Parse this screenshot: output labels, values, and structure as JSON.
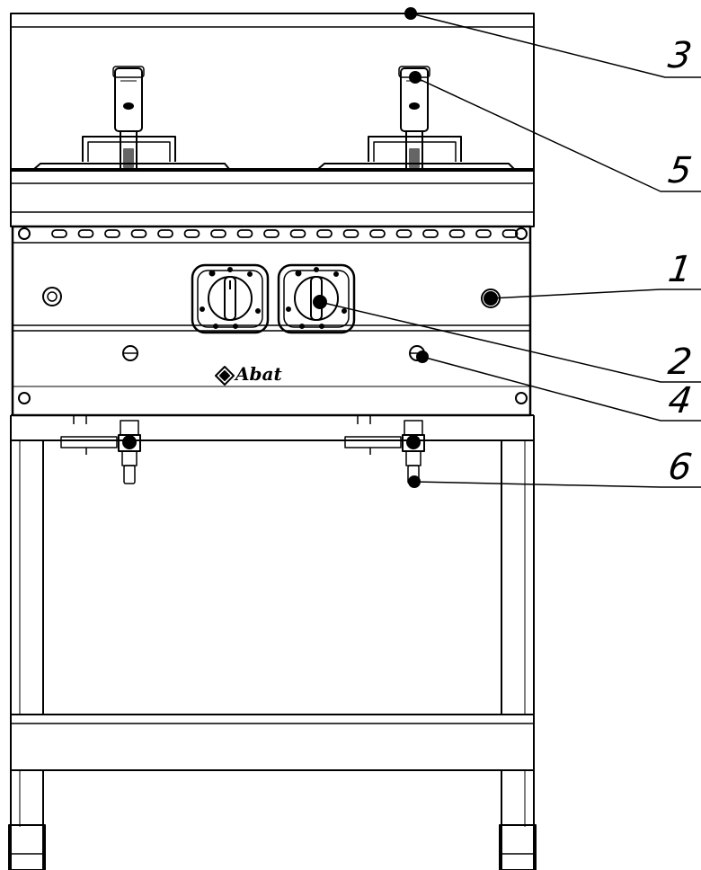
{
  "brand": {
    "name": "Abat"
  },
  "callouts": [
    {
      "label": "3"
    },
    {
      "label": "5"
    },
    {
      "label": "1"
    },
    {
      "label": "2"
    },
    {
      "label": "4"
    },
    {
      "label": "6"
    }
  ]
}
